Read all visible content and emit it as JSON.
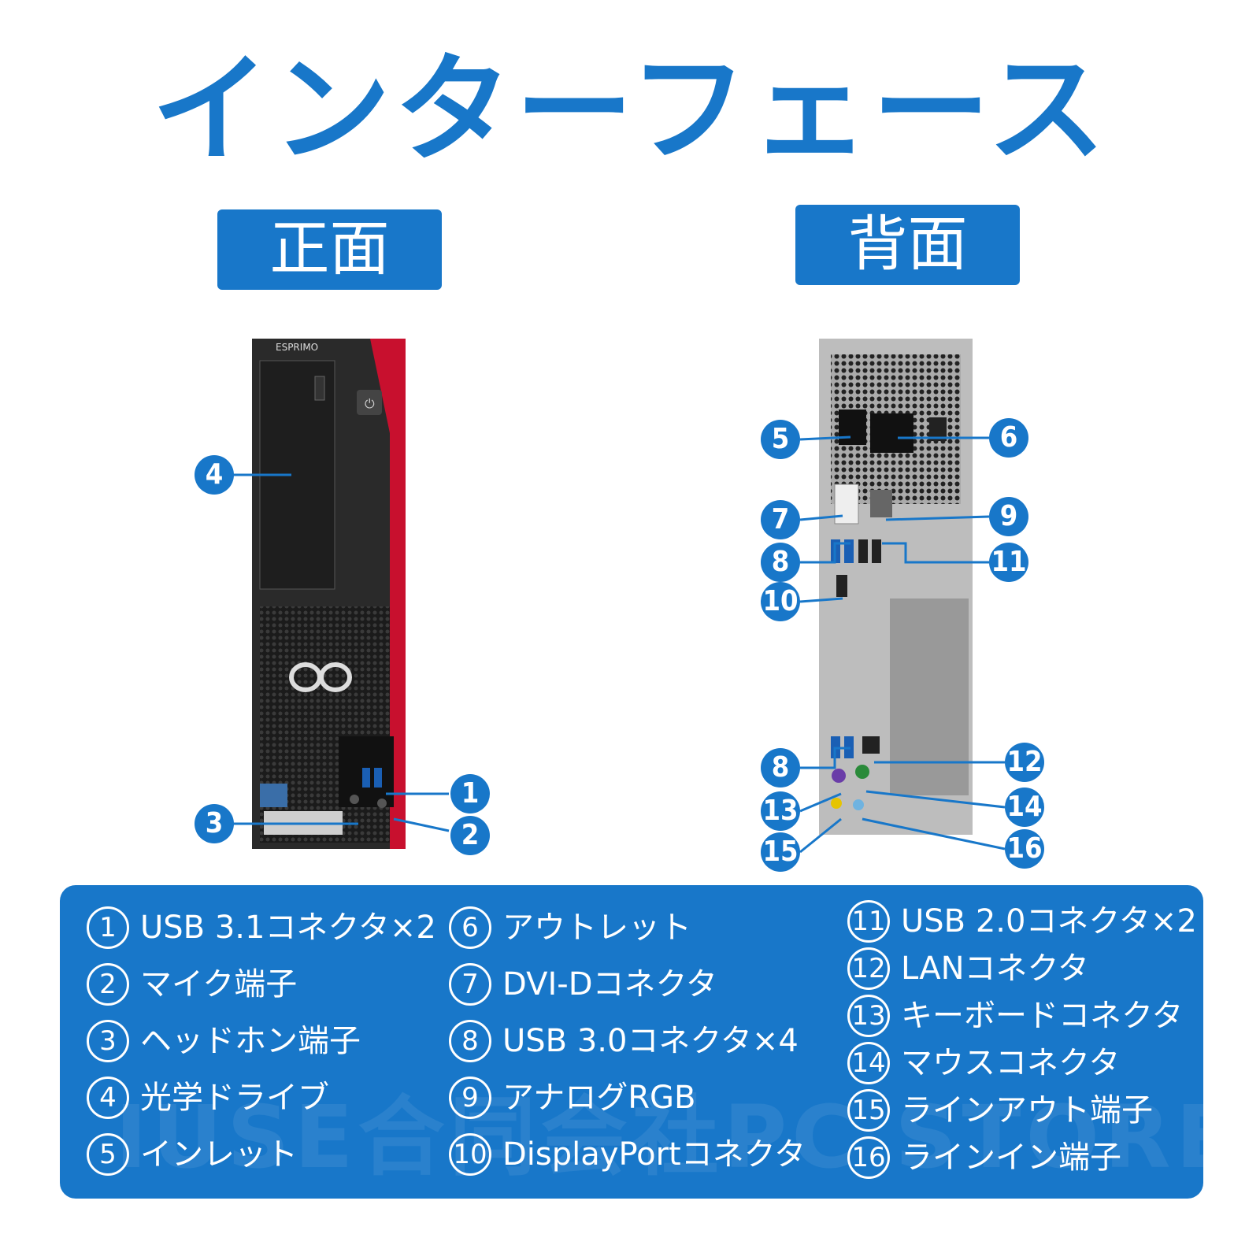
{
  "title": "インターフェース",
  "sections": {
    "front": "正面",
    "back": "背面"
  },
  "front_pc": {
    "brand": "ESPRIMO"
  },
  "callouts": {
    "front": [
      "4",
      "1",
      "3",
      "2"
    ],
    "back": [
      "5",
      "6",
      "7",
      "9",
      "8",
      "11",
      "10",
      "8",
      "12",
      "13",
      "14",
      "15",
      "16"
    ]
  },
  "legend": {
    "col1": [
      {
        "num": "1",
        "text": "USB 3.1コネクタ×2"
      },
      {
        "num": "2",
        "text": "マイク端子"
      },
      {
        "num": "3",
        "text": "ヘッドホン端子"
      },
      {
        "num": "4",
        "text": "光学ドライブ"
      },
      {
        "num": "5",
        "text": "インレット"
      }
    ],
    "col2": [
      {
        "num": "6",
        "text": "アウトレット"
      },
      {
        "num": "7",
        "text": "DVI-Dコネクタ"
      },
      {
        "num": "8",
        "text": "USB 3.0コネクタ×4"
      },
      {
        "num": "9",
        "text": "アナログRGB"
      },
      {
        "num": "10",
        "text": "DisplayPortコネクタ"
      }
    ],
    "col3": [
      {
        "num": "11",
        "text": "USB 2.0コネクタ×2"
      },
      {
        "num": "12",
        "text": "LANコネクタ"
      },
      {
        "num": "13",
        "text": "キーボードコネクタ"
      },
      {
        "num": "14",
        "text": "マウスコネクタ"
      },
      {
        "num": "15",
        "text": "ラインアウト端子"
      },
      {
        "num": "16",
        "text": "ラインイン端子"
      }
    ]
  },
  "watermark": "IUSE合同会社PC STORE",
  "colors": {
    "accent": "#1877C9",
    "front_red": "#C8102E"
  }
}
